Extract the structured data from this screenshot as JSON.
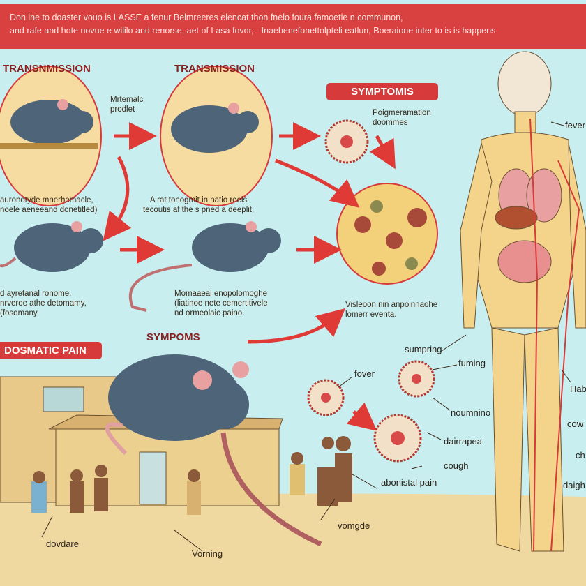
{
  "header": {
    "line1": "Don ine to doaster vouo is LASSE a fenur Belmreeres elencat thon fnelo foura famoetie n communon,",
    "line2": "and rafe and hote novue e wililo and renorse, aet of Lasa fovor, - Inaebenefonettolpteli eatlun, Boeraione inter to is is happens"
  },
  "sections": {
    "transmission_1": "TRANSNMISSION",
    "transmission_2": "TRANSMISSION",
    "symptoms_badge": "SYMPTOMIS",
    "symptoms_heading": "SYMPOMS",
    "pain_badge": "DOSMATIC PAIN"
  },
  "captions": {
    "maternal": "Mrtemalc\nprodlet",
    "polymeration": "Poigmeramation\ndoommes",
    "caption_1": "auronotyde mnerhemacle,\nnoele aeneeand donetitled)",
    "caption_2": "A rat tonogmit in natio reels\ntecoutis af the s pned a deeplit,",
    "caption_3": "d ayretanal ronome.\nnrveroe athe detomamy,\n(fosomany.",
    "caption_4": "Momaaeal enopolomoghe\n(liatinoe nete cemertitivele\nnd ormeolaic paino.",
    "caption_5": "Visleoon nin anpoinnaohe\nlomerr eventa."
  },
  "labels": {
    "fever_top": "fever",
    "sumpring": "sumpring",
    "fuming": "fuming",
    "fover": "fover",
    "noumnino": "noumnino",
    "dairrapea": "dairrapea",
    "cough": "cough",
    "abdominal_pain": "abonistal pain",
    "vomgde": "vomgde",
    "dovdare": "dovdare",
    "vorning": "Vorning",
    "hab": "Hab",
    "cow": "cow",
    "ch": "ch",
    "daigh": "daigh"
  },
  "colors": {
    "accent_red": "#d63a3a",
    "background": "#c8eef0",
    "ground": "#f0d9a0",
    "rat": "#4e6478"
  }
}
